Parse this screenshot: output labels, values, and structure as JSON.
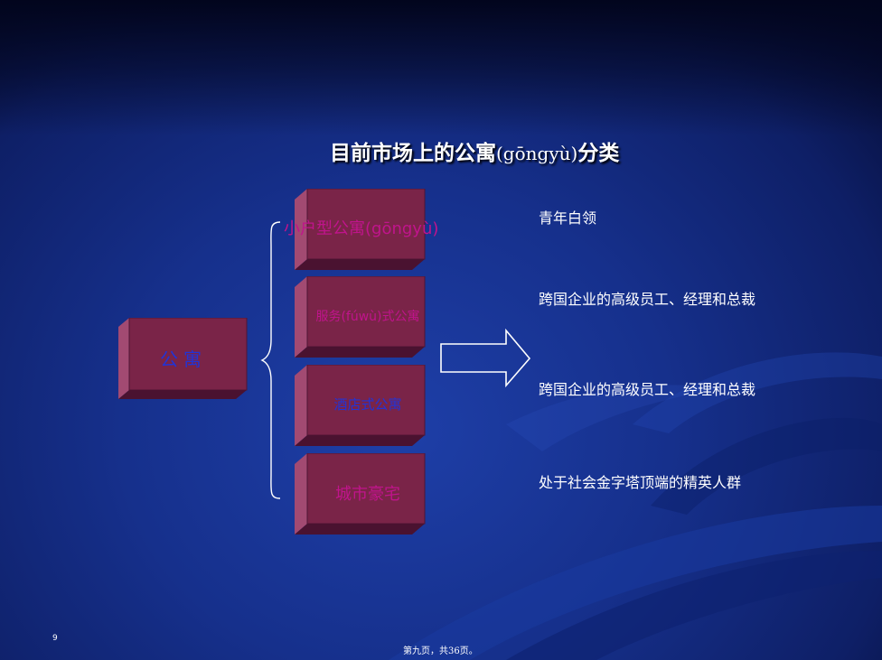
{
  "slide": {
    "title_main": "目前市场上的公寓",
    "title_pinyin": "(gōngyù)",
    "title_tail": "分类",
    "root_box": "公寓",
    "categories": [
      {
        "label": "小户型公寓(gōngyù)",
        "desc": "青年白领"
      },
      {
        "label": "服务(fúwù)式公寓",
        "desc": "跨国企业的高级员工、经理和总裁"
      },
      {
        "label": "酒店式公寓",
        "desc": "跨国企业的高级员工、经理和总裁"
      },
      {
        "label": "城市豪宅",
        "desc": "处于社会金字塔顶端的精英人群"
      }
    ],
    "page_number": "9",
    "footer": "第九页，共36页。"
  },
  "colors": {
    "box_face": "#7a2448",
    "label_blue": "#2233d6",
    "label_magenta": "#c0148c",
    "background": "#16308c"
  }
}
